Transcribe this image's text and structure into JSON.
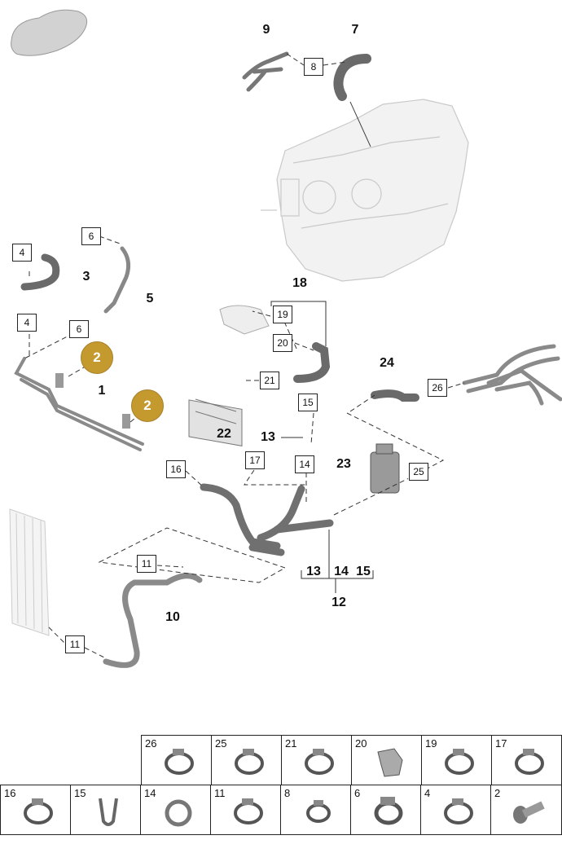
{
  "diagram": {
    "callouts": [
      {
        "id": "c9",
        "text": "9"
      },
      {
        "id": "c7",
        "text": "7"
      },
      {
        "id": "c8",
        "text": "8"
      },
      {
        "id": "c4a",
        "text": "4"
      },
      {
        "id": "c3",
        "text": "3"
      },
      {
        "id": "c6a",
        "text": "6"
      },
      {
        "id": "c5",
        "text": "5"
      },
      {
        "id": "c4b",
        "text": "4"
      },
      {
        "id": "c6b",
        "text": "6"
      },
      {
        "id": "c2a",
        "text": "2"
      },
      {
        "id": "c1",
        "text": "1"
      },
      {
        "id": "c2b",
        "text": "2"
      },
      {
        "id": "c18",
        "text": "18"
      },
      {
        "id": "c19",
        "text": "19"
      },
      {
        "id": "c20",
        "text": "20"
      },
      {
        "id": "c21",
        "text": "21"
      },
      {
        "id": "c22",
        "text": "22"
      },
      {
        "id": "c15a",
        "text": "15"
      },
      {
        "id": "c13a",
        "text": "13"
      },
      {
        "id": "c14a",
        "text": "14"
      },
      {
        "id": "c24",
        "text": "24"
      },
      {
        "id": "c26",
        "text": "26"
      },
      {
        "id": "c23",
        "text": "23"
      },
      {
        "id": "c25",
        "text": "25"
      },
      {
        "id": "c16",
        "text": "16"
      },
      {
        "id": "c17",
        "text": "17"
      },
      {
        "id": "c11a",
        "text": "11"
      },
      {
        "id": "c13b",
        "text": "13"
      },
      {
        "id": "c14b",
        "text": "14"
      },
      {
        "id": "c15b",
        "text": "15"
      },
      {
        "id": "c12",
        "text": "12"
      },
      {
        "id": "c10",
        "text": "10"
      },
      {
        "id": "c11b",
        "text": "11"
      }
    ]
  },
  "parts_table": {
    "top_row": [
      "26",
      "25",
      "21",
      "20",
      "19",
      "17"
    ],
    "bottom_row": [
      "16",
      "15",
      "14",
      "11",
      "8",
      "6",
      "4",
      "2"
    ]
  }
}
